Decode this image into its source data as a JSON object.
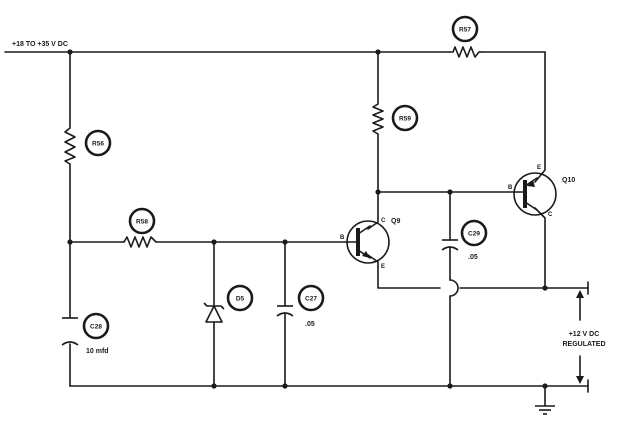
{
  "supply_input_label": "+18 TO +35 V DC",
  "output_label": [
    "+12 V DC",
    "REGULATED"
  ],
  "components": {
    "r57": "R57",
    "r59": "R59",
    "r56": "R56",
    "r58": "R58",
    "q9": "Q9",
    "q10": "Q10",
    "c29": "C29",
    "c29_value": ".05",
    "c27": "C27",
    "c27_value": ".05",
    "c28": "C28",
    "c28_value": "10 mfd",
    "d5": "D5"
  },
  "q9_pins": {
    "base": "B",
    "collector": "C",
    "emitter": "E"
  },
  "q10_pins": {
    "base": "B",
    "collector": "C",
    "emitter": "E"
  }
}
